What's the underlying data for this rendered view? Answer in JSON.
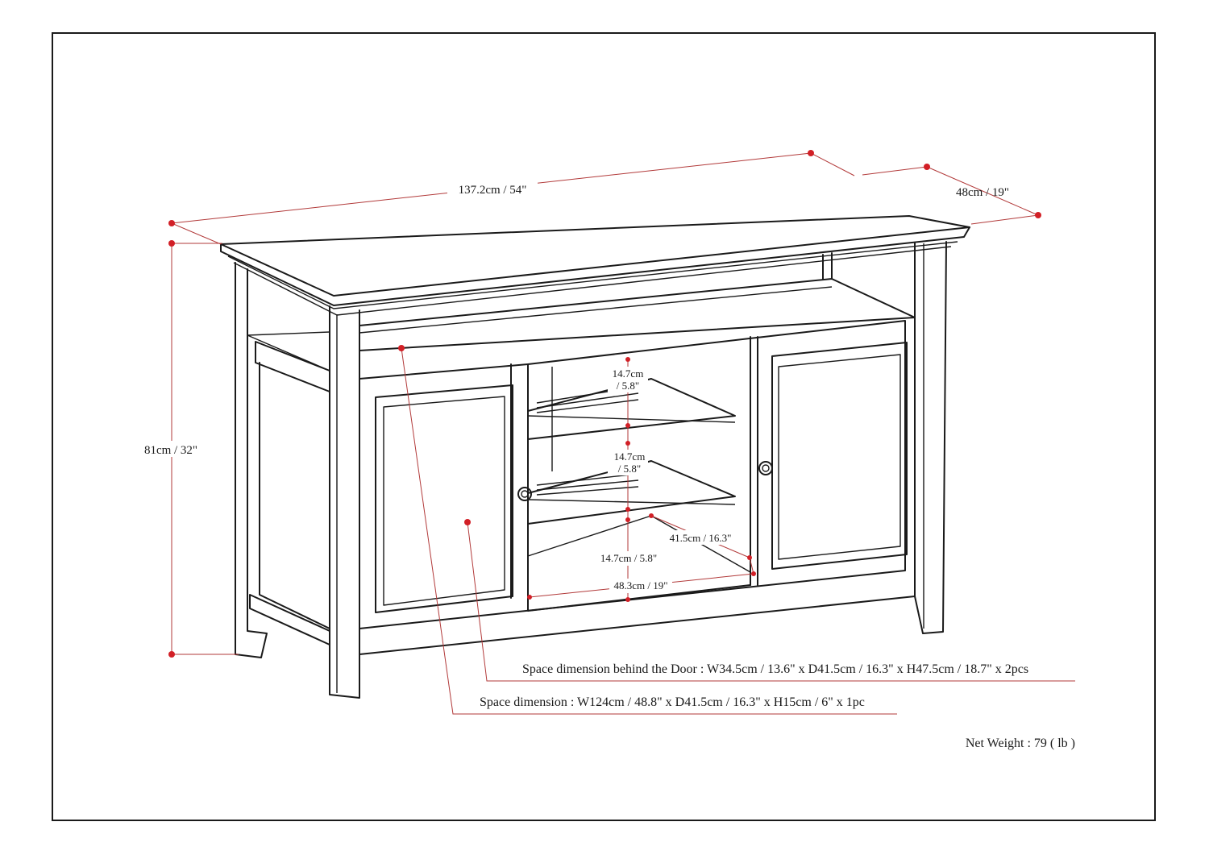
{
  "dimensions": {
    "width": "137.2cm / 54\"",
    "depth": "48cm / 19\"",
    "height": "81cm / 32\"",
    "shelf_gap_1_cm": "14.7cm",
    "shelf_gap_1_in": "/ 5.8\"",
    "shelf_gap_2_cm": "14.7cm",
    "shelf_gap_2_in": "/ 5.8\"",
    "shelf_gap_3": "14.7cm / 5.8\"",
    "interior_depth": "41.5cm / 16.3\"",
    "interior_width": "48.3cm / 19\""
  },
  "notes": {
    "door_space": "Space dimension behind the Door  : W34.5cm / 13.6\" x D41.5cm / 16.3\" x H47.5cm / 18.7\" x 2pcs",
    "open_space": "Space dimension : W124cm / 48.8\" x D41.5cm / 16.3\" x H15cm / 6\" x 1pc",
    "net_weight": "Net Weight : 79 ( lb )"
  },
  "colors": {
    "line": "#1a1a1a",
    "dimension_line": "#b23a3a",
    "marker": "#d21f26"
  }
}
